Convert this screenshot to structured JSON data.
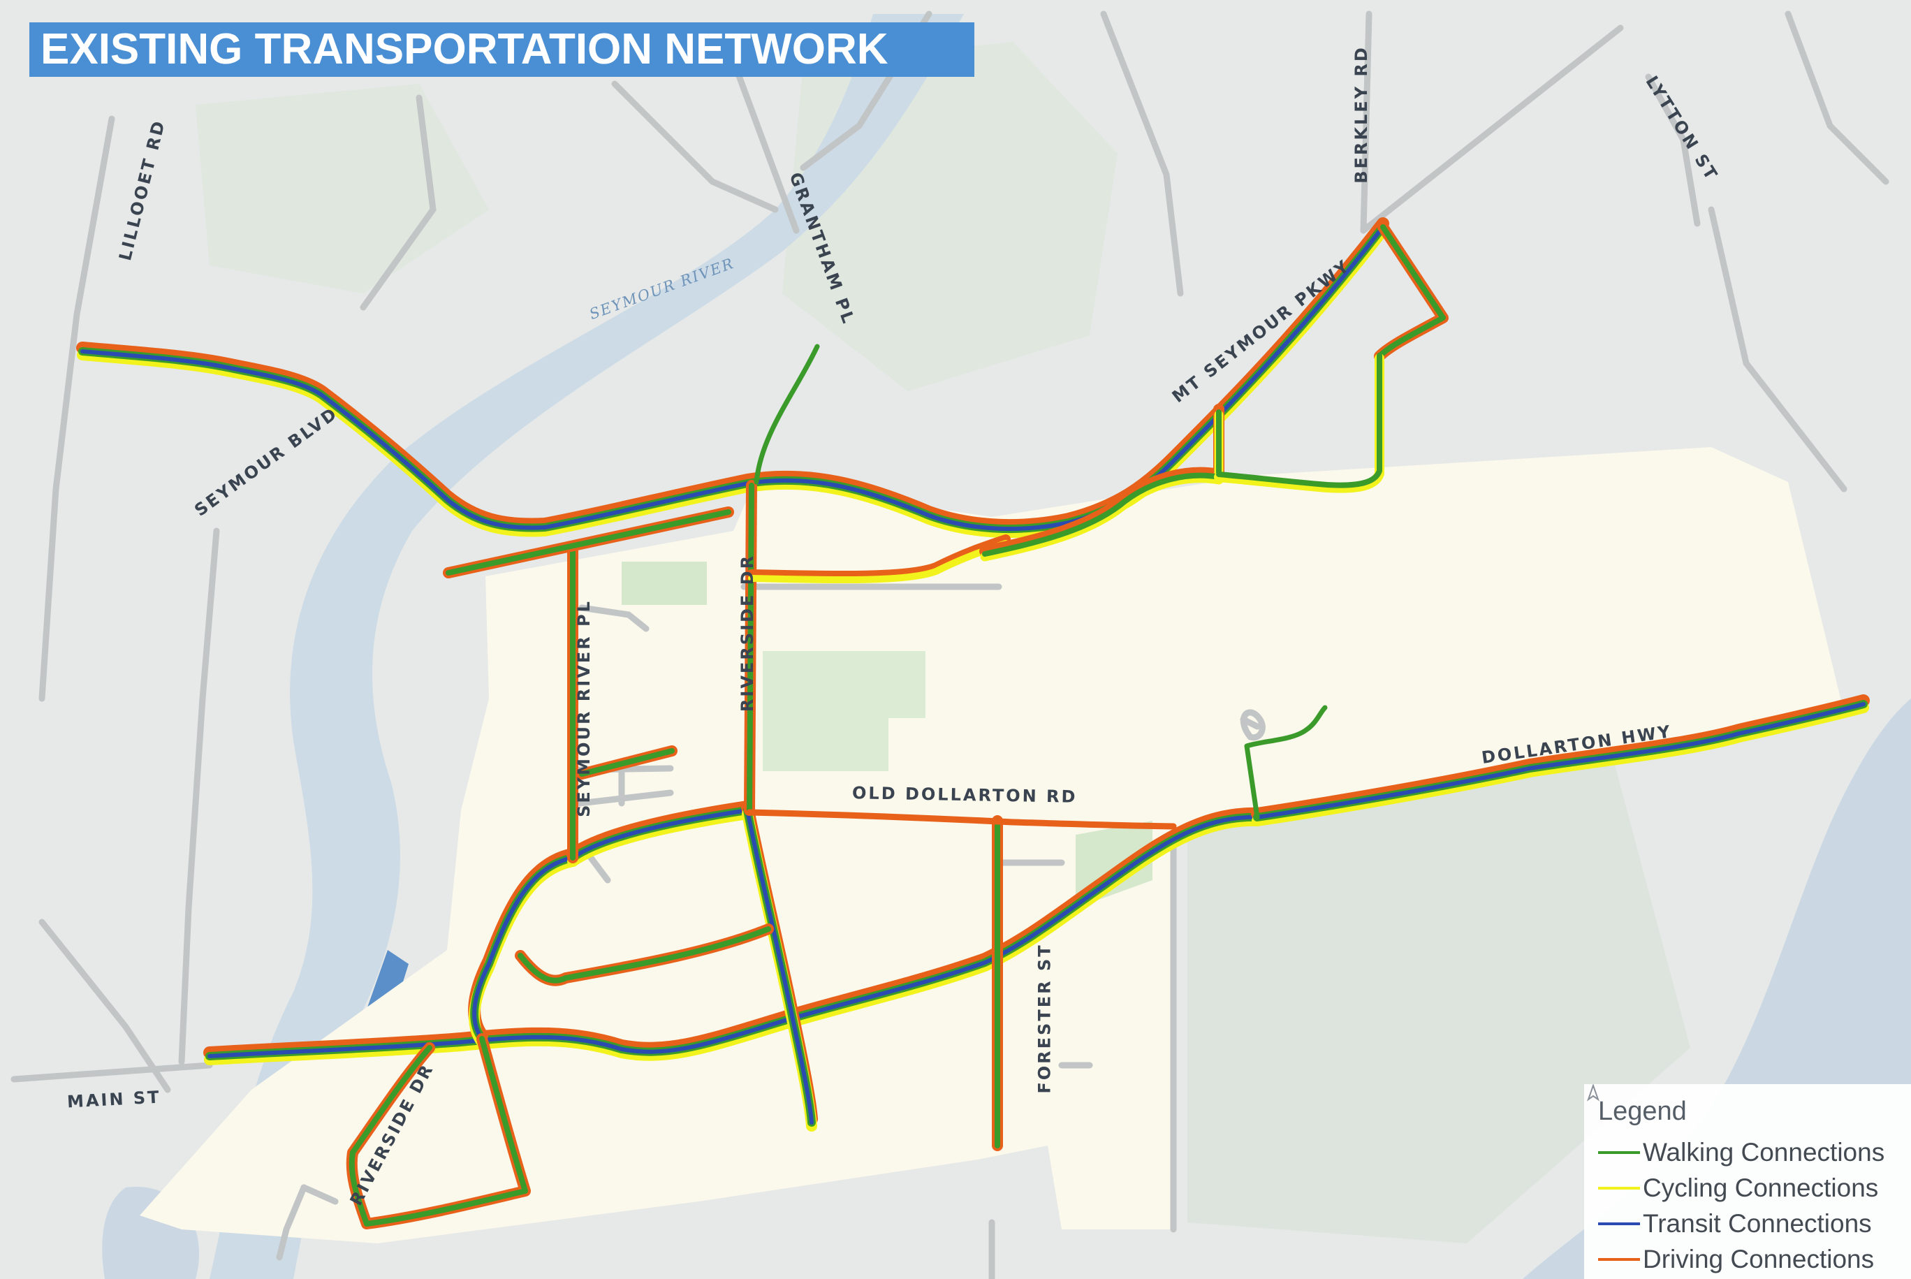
{
  "title": "EXISTING TRANSPORTATION NETWORK",
  "streets": [
    {
      "id": "lillooet-rd",
      "label": "LILLOOET RD"
    },
    {
      "id": "seymour-blvd",
      "label": "SEYMOUR BLVD"
    },
    {
      "id": "grantham-pl",
      "label": "GRANTHAM PL"
    },
    {
      "id": "berkley-rd",
      "label": "BERKLEY RD"
    },
    {
      "id": "lytton-st",
      "label": "LYTTON ST"
    },
    {
      "id": "mt-seymour-pkwy",
      "label": "MT SEYMOUR PKWY"
    },
    {
      "id": "seymour-river-pl",
      "label": "SEYMOUR RIVER PL"
    },
    {
      "id": "riverside-dr-north",
      "label": "RIVERSIDE DR"
    },
    {
      "id": "old-dollarton-rd",
      "label": "OLD DOLLARTON RD"
    },
    {
      "id": "dollarton-hwy",
      "label": "DOLLARTON HWY"
    },
    {
      "id": "forester-st",
      "label": "FORESTER ST"
    },
    {
      "id": "main-st",
      "label": "MAIN ST"
    },
    {
      "id": "riverside-dr-south",
      "label": "RIVERSIDE DR"
    }
  ],
  "water_label": "SEYMOUR RIVER",
  "legend": {
    "title": "Legend",
    "items": [
      {
        "id": "walking",
        "label": "Walking Connections",
        "color": "#3a9a2a"
      },
      {
        "id": "cycling",
        "label": "Cycling Connections",
        "color": "#f2f21c"
      },
      {
        "id": "transit",
        "label": "Transit Connections",
        "color": "#2c4bb0"
      },
      {
        "id": "driving",
        "label": "Driving Connections",
        "color": "#e8611a"
      }
    ]
  },
  "colors": {
    "walking": "#3a9a2a",
    "cycling": "#f2f21c",
    "transit": "#2c4bb0",
    "driving": "#e8611a",
    "study_area": "#fbf8ec",
    "land": "#e6e9e8",
    "water": "#c9d8e3",
    "park": "#d5e6cc"
  },
  "icons": [
    "north-arrow-icon"
  ]
}
